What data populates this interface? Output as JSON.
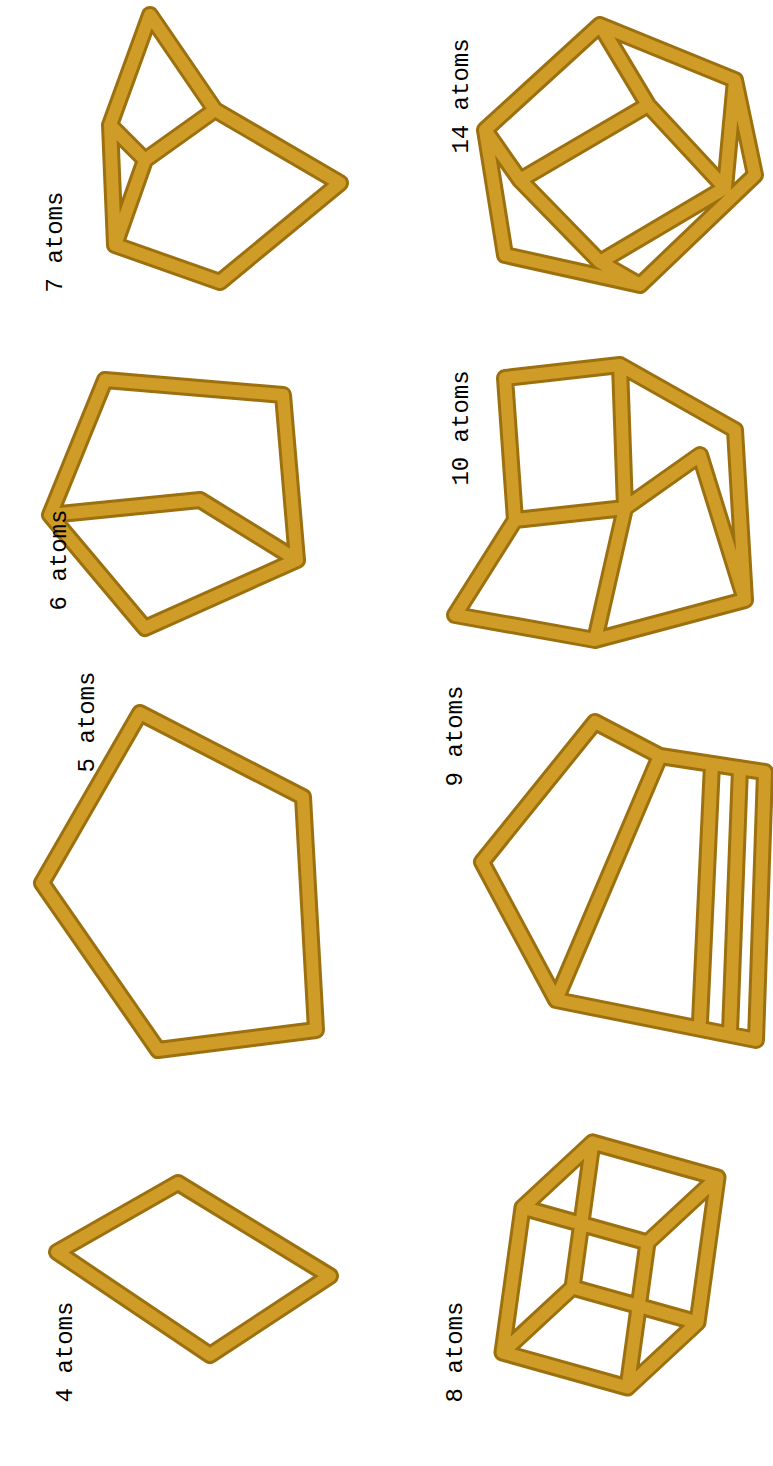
{
  "diagram": {
    "labels": [
      "4 atoms",
      "5 atoms",
      "6 atoms",
      "7 atoms",
      "8 atoms",
      "9 atoms",
      "10 atoms",
      "14 atoms"
    ]
  }
}
